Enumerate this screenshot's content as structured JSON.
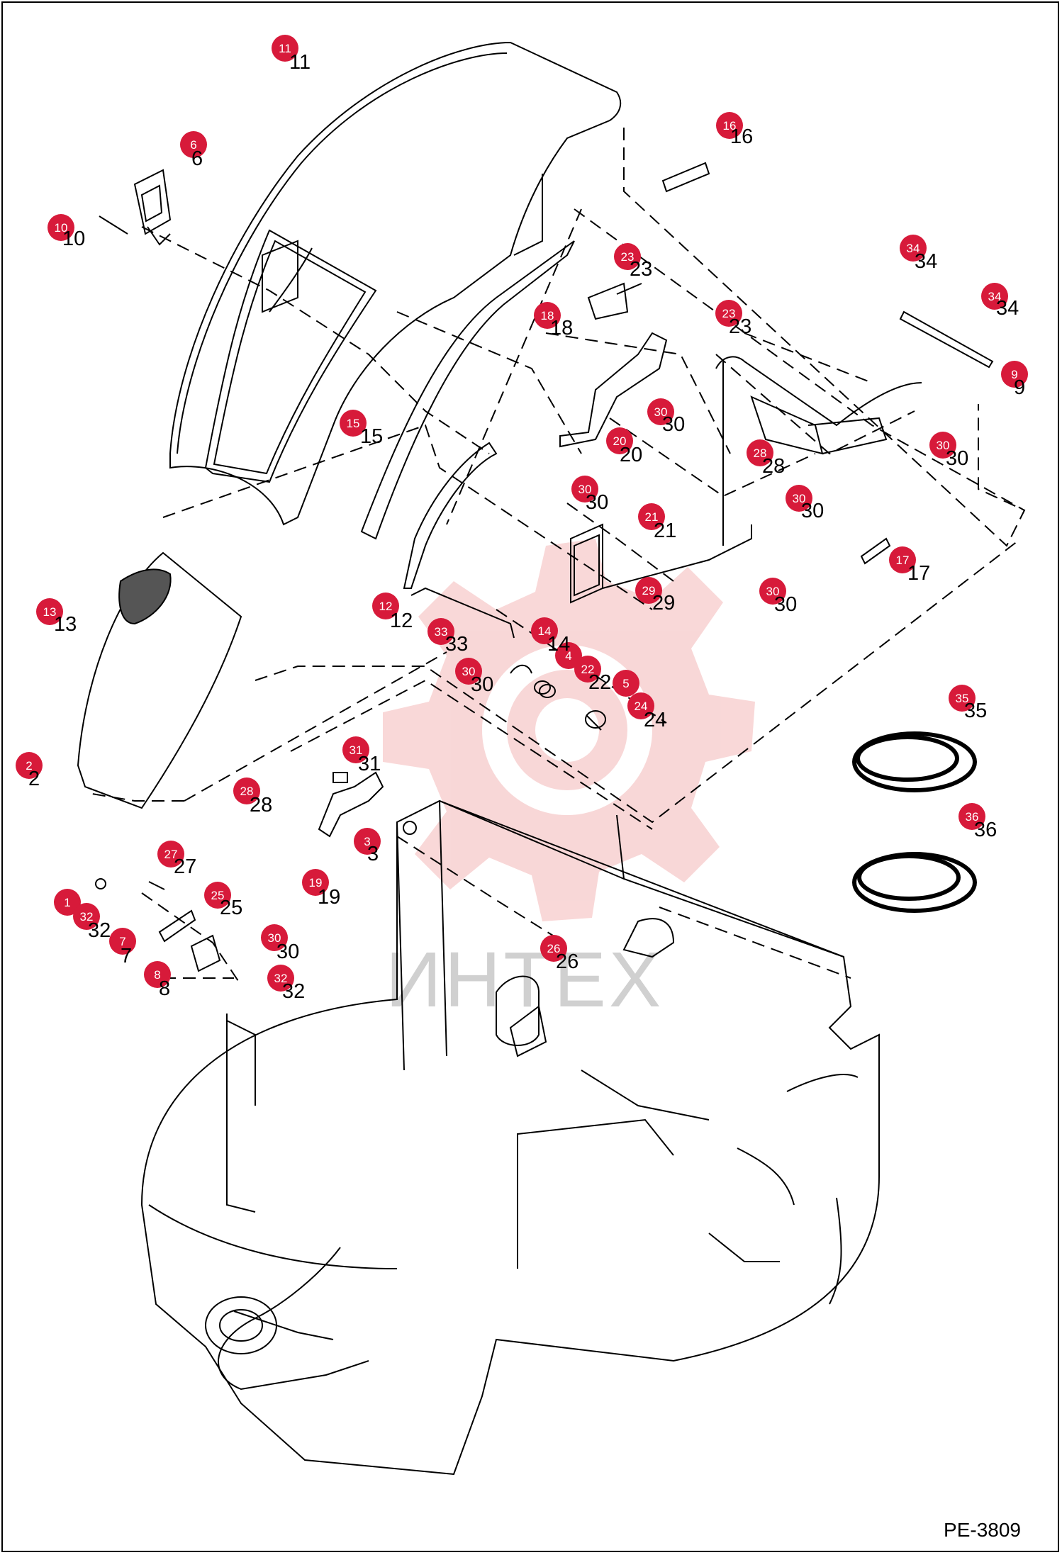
{
  "document_ref": "PE-3809",
  "watermark_text": "ИНТЕХ",
  "colors": {
    "callout_fill": "#d71a3a",
    "line": "#000000",
    "watermark_gear": "#f4b8b8",
    "watermark_text": "#d0d0d0"
  },
  "callouts": [
    {
      "id": "c11",
      "label": "11"
    },
    {
      "id": "c6",
      "label": "6"
    },
    {
      "id": "c10",
      "label": "10"
    },
    {
      "id": "c16",
      "label": "16"
    },
    {
      "id": "c23a",
      "label": "23"
    },
    {
      "id": "c18",
      "label": "18"
    },
    {
      "id": "c23b",
      "label": "23"
    },
    {
      "id": "c34a",
      "label": "34"
    },
    {
      "id": "c34b",
      "label": "34"
    },
    {
      "id": "c9",
      "label": "9"
    },
    {
      "id": "c30a",
      "label": "30"
    },
    {
      "id": "c20",
      "label": "20"
    },
    {
      "id": "c28a",
      "label": "28"
    },
    {
      "id": "c30b",
      "label": "30"
    },
    {
      "id": "c15",
      "label": "15"
    },
    {
      "id": "c30c",
      "label": "30"
    },
    {
      "id": "c30d",
      "label": "30"
    },
    {
      "id": "c21",
      "label": "21"
    },
    {
      "id": "c17",
      "label": "17"
    },
    {
      "id": "c13",
      "label": "13"
    },
    {
      "id": "c29",
      "label": "29"
    },
    {
      "id": "c30e",
      "label": "30"
    },
    {
      "id": "c12",
      "label": "12"
    },
    {
      "id": "c33",
      "label": "33"
    },
    {
      "id": "c14",
      "label": "14"
    },
    {
      "id": "c4",
      "label": "4"
    },
    {
      "id": "c22",
      "label": "22"
    },
    {
      "id": "c30f",
      "label": "30"
    },
    {
      "id": "c5",
      "label": "5"
    },
    {
      "id": "c24",
      "label": "24"
    },
    {
      "id": "c35",
      "label": "35"
    },
    {
      "id": "c2",
      "label": "2"
    },
    {
      "id": "c31",
      "label": "31"
    },
    {
      "id": "c28b",
      "label": "28"
    },
    {
      "id": "c3",
      "label": "3"
    },
    {
      "id": "c36",
      "label": "36"
    },
    {
      "id": "c27",
      "label": "27"
    },
    {
      "id": "c19",
      "label": "19"
    },
    {
      "id": "c1",
      "label": "1"
    },
    {
      "id": "c25",
      "label": "25"
    },
    {
      "id": "c32a",
      "label": "32"
    },
    {
      "id": "c30g",
      "label": "30"
    },
    {
      "id": "c7",
      "label": "7"
    },
    {
      "id": "c26",
      "label": "26"
    },
    {
      "id": "c8",
      "label": "8"
    },
    {
      "id": "c32b",
      "label": "32"
    }
  ],
  "part_labels": [
    {
      "id": "p11",
      "label": "11"
    },
    {
      "id": "p6",
      "label": "6"
    },
    {
      "id": "p10",
      "label": "10"
    },
    {
      "id": "p16",
      "label": "16"
    },
    {
      "id": "p23a",
      "label": "23"
    },
    {
      "id": "p18",
      "label": "18"
    },
    {
      "id": "p23b",
      "label": "23"
    },
    {
      "id": "p34a",
      "label": "34"
    },
    {
      "id": "p34b",
      "label": "34"
    },
    {
      "id": "p9",
      "label": "9"
    },
    {
      "id": "p30a",
      "label": "30"
    },
    {
      "id": "p20",
      "label": "20"
    },
    {
      "id": "p28a",
      "label": "28"
    },
    {
      "id": "p30b",
      "label": "30"
    },
    {
      "id": "p15",
      "label": "15"
    },
    {
      "id": "p30c",
      "label": "30"
    },
    {
      "id": "p30d",
      "label": "30"
    },
    {
      "id": "p21",
      "label": "21"
    },
    {
      "id": "p17",
      "label": "17"
    },
    {
      "id": "p13",
      "label": "13"
    },
    {
      "id": "p29",
      "label": "29"
    },
    {
      "id": "p30e",
      "label": "30"
    },
    {
      "id": "p12",
      "label": "12"
    },
    {
      "id": "p33",
      "label": "33"
    },
    {
      "id": "p14",
      "label": "14"
    },
    {
      "id": "p22",
      "label": "22"
    },
    {
      "id": "p30f",
      "label": "30"
    },
    {
      "id": "p24",
      "label": "24"
    },
    {
      "id": "p35",
      "label": "35"
    },
    {
      "id": "p2",
      "label": "2"
    },
    {
      "id": "p31",
      "label": "31"
    },
    {
      "id": "p28b",
      "label": "28"
    },
    {
      "id": "p3",
      "label": "3"
    },
    {
      "id": "p36",
      "label": "36"
    },
    {
      "id": "p27",
      "label": "27"
    },
    {
      "id": "p19",
      "label": "19"
    },
    {
      "id": "p25",
      "label": "25"
    },
    {
      "id": "p32a",
      "label": "32"
    },
    {
      "id": "p30g",
      "label": "30"
    },
    {
      "id": "p7",
      "label": "7"
    },
    {
      "id": "p26",
      "label": "26"
    },
    {
      "id": "p8",
      "label": "8"
    },
    {
      "id": "p32b",
      "label": "32"
    }
  ]
}
